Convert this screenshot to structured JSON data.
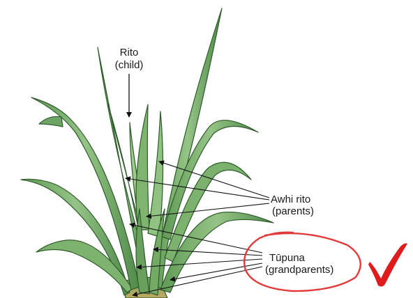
{
  "labels": {
    "child": {
      "name": "Rito",
      "role": "(child)"
    },
    "parents": {
      "name": "Awhi rito",
      "role": "(parents)"
    },
    "grandparents": {
      "name": "Tūpuna",
      "role": "(grandparents)"
    }
  },
  "colors": {
    "leaf_light": "#8fc07e",
    "leaf_mid": "#6ea564",
    "leaf_dark": "#3e7a3c",
    "leaf_edge": "#2f5b2c",
    "base": "#b9a35a",
    "circle": "#e23a3a",
    "check": "#e01b1b",
    "arrow": "#111111"
  },
  "icons": {
    "highlight": "red-circle",
    "approval": "check-mark-icon"
  }
}
